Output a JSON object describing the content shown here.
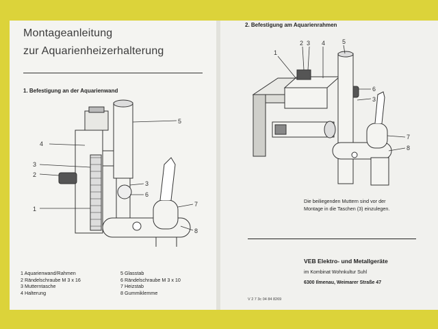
{
  "left_page": {
    "title_line_1": "Montageanleitung",
    "title_line_2": "zur Aquarienheizerhalterung",
    "section_heading": "1. Befestigung an der Aquarienwand",
    "callouts": [
      "4",
      "3",
      "2",
      "1",
      "5",
      "3",
      "6",
      "7",
      "8"
    ],
    "legend": [
      "1  Aquarienwand/Rahmen",
      "2  Rändelschraube M 3 x 16",
      "3  Mutterntasche",
      "4  Halterung",
      "5  Glasstab",
      "6  Rändelschraube M 3 x 10",
      "7  Heizstab",
      "8  Gummiklemme"
    ]
  },
  "right_page": {
    "section_heading": "2. Befestigung am Aquarienrahmen",
    "callouts": [
      "1",
      "2",
      "3",
      "4",
      "5",
      "6",
      "3",
      "7",
      "8"
    ],
    "note_line_1": "Die beiliegenden Muttern sind vor der",
    "note_line_2": "Montage in die Taschen (3) einzulegen.",
    "company_name": "VEB Elektro- und Metallgeräte",
    "company_line_2": "im Kombinat Wohnkultur Suhl",
    "company_line_3": "6300 Ilmenau, Weimarer Straße 47",
    "print_code": "V 2 7 3c 04 84 8269"
  },
  "colors": {
    "background": "#dcd33a",
    "paper": "#f4f4f1",
    "ink": "#2a2a2a"
  }
}
